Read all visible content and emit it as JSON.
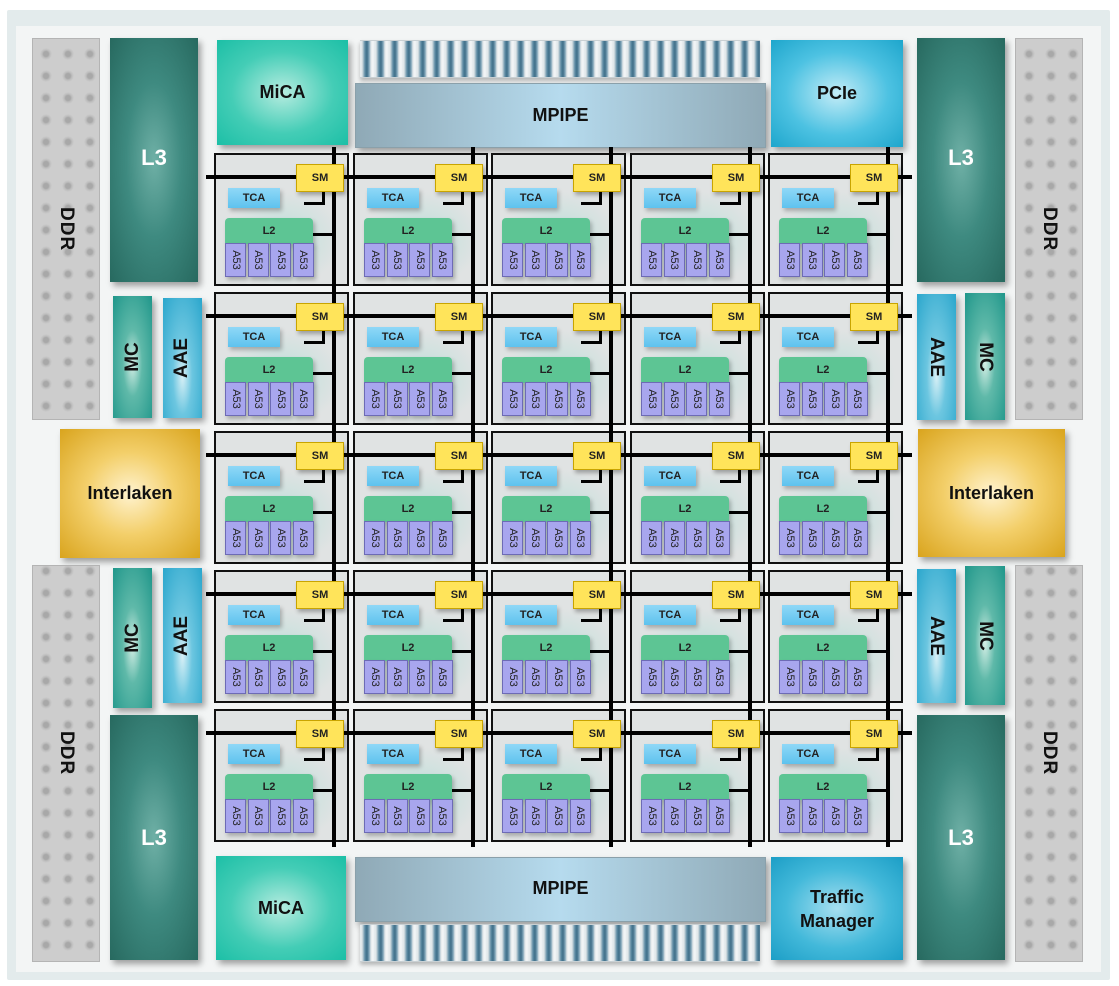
{
  "diagram": {
    "title": "Multicore processor block diagram",
    "left": {
      "ddr_top": "DDR",
      "l3_top": "L3",
      "mc_top": "MC",
      "aae_top": "AAE",
      "interlaken": "Interlaken",
      "mc_bottom": "MC",
      "aae_bottom": "AAE",
      "ddr_bottom": "DDR",
      "l3_bottom": "L3"
    },
    "right": {
      "ddr_top": "DDR",
      "l3_top": "L3",
      "mc_top": "MC",
      "aae_top": "AAE",
      "interlaken": "Interlaken",
      "mc_bottom": "MC",
      "aae_bottom": "AAE",
      "ddr_bottom": "DDR",
      "l3_bottom": "L3"
    },
    "top": {
      "mica": "MiCA",
      "mpipe": "MPIPE",
      "pcie": "PCIe"
    },
    "bottom": {
      "mica": "MiCA",
      "mpipe": "MPIPE",
      "traffic_manager_line1": "Traffic",
      "traffic_manager_line2": "Manager"
    },
    "tile_grid": {
      "rows": 5,
      "cols": 5,
      "tile": {
        "switch": "SM",
        "accelerator": "TCA",
        "cache": "L2",
        "cores": [
          "A53",
          "A53",
          "A53",
          "A53"
        ]
      }
    },
    "colors": {
      "l3": "#3e8a80",
      "mc": "#1f968a",
      "aae": "#2aa6cc",
      "interlaken": "#d9a41d",
      "mica": "#1cbfa6",
      "pcie": "#1ea6cc",
      "sm": "#ffe45a",
      "tca": "#5ec2ee",
      "l2": "#5dc594",
      "core": "#a8a6ee"
    }
  }
}
